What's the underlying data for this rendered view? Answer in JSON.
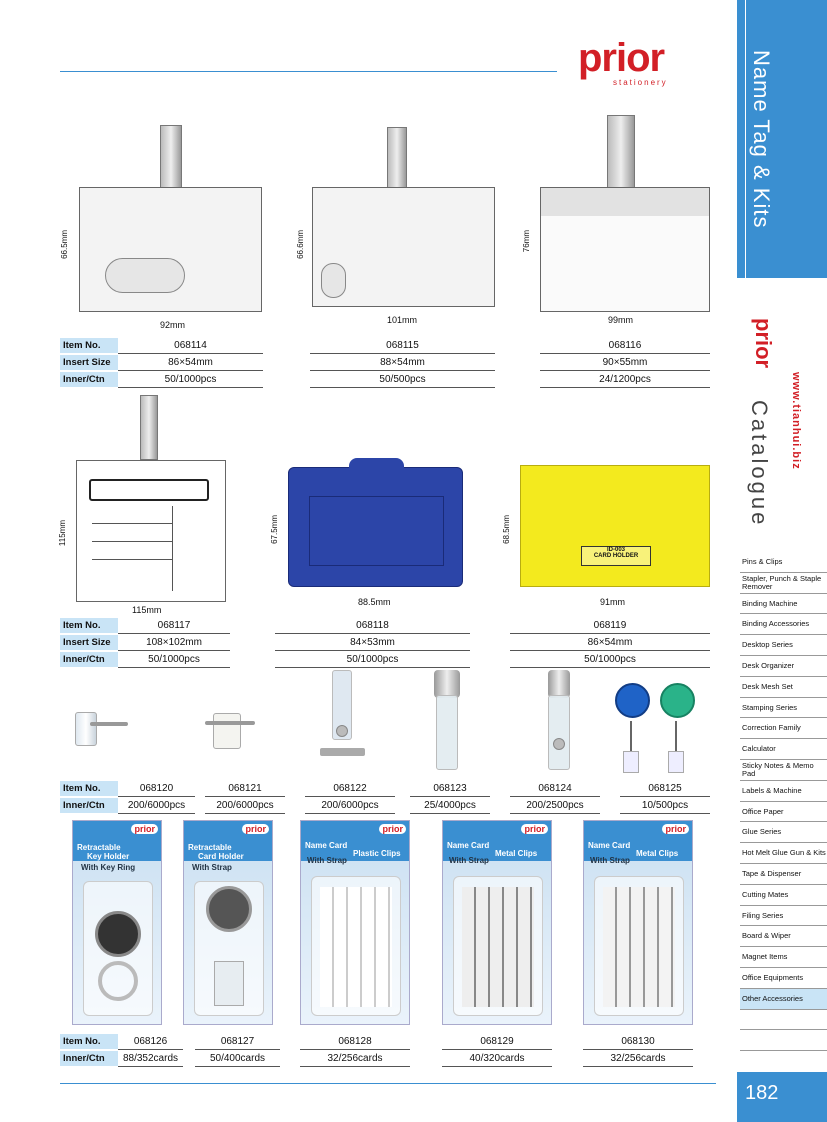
{
  "brand": {
    "name": "prior",
    "sub": "stationery"
  },
  "band": {
    "title": "Name Tag & Kits",
    "logo": "prior",
    "url": "www.tianhui.biz",
    "catalogue": "Catalogue"
  },
  "categories": [
    "Pins & Clips",
    "Stapler, Punch & Staple Remover",
    "Binding Machine",
    "Binding Accessories",
    "Desktop Series",
    "Desk Organizer",
    "Desk Mesh Set",
    "Stamping Series",
    "Correction Family",
    "Calculator",
    "Sticky Notes & Memo Pad",
    "Labels & Machine",
    "Office Paper",
    "Glue Series",
    "Hot Melt Glue Gun & Kits",
    "Tape & Dispenser",
    "Cutting Mates",
    "Filing Series",
    "Board & Wiper",
    "Magnet Items",
    "Office Equipments",
    "Other Accessories"
  ],
  "active_category": "Other Accessories",
  "page_number": "182",
  "labels": {
    "item_no": "Item No.",
    "insert_size": "Insert Size",
    "inner_ctn": "Inner/Ctn"
  },
  "row1": [
    {
      "item": "068114",
      "size": "86×54mm",
      "ctn": "50/1000pcs",
      "width": "92mm",
      "height": "66.5mm"
    },
    {
      "item": "068115",
      "size": "88×54mm",
      "ctn": "50/500pcs",
      "width": "101mm",
      "height": "66.6mm"
    },
    {
      "item": "068116",
      "size": "90×55mm",
      "ctn": "24/1200pcs",
      "width": "99mm",
      "height": "76mm"
    }
  ],
  "row2": [
    {
      "item": "068117",
      "size": "108×102mm",
      "ctn": "50/1000pcs",
      "width": "115mm",
      "height": "115mm"
    },
    {
      "item": "068118",
      "size": "84×53mm",
      "ctn": "50/1000pcs",
      "width": "88.5mm",
      "height": "67.5mm"
    },
    {
      "item": "068119",
      "size": "86×54mm",
      "ctn": "50/1000pcs",
      "width": "91mm",
      "height": "68.5mm",
      "card_text1": "ID-003",
      "card_text2": "CARD HOLDER"
    }
  ],
  "row3": [
    {
      "item": "068120",
      "ctn": "200/6000pcs"
    },
    {
      "item": "068121",
      "ctn": "200/6000pcs"
    },
    {
      "item": "068122",
      "ctn": "200/6000pcs"
    },
    {
      "item": "068123",
      "ctn": "25/4000pcs"
    },
    {
      "item": "068124",
      "ctn": "200/2500pcs"
    },
    {
      "item": "068125",
      "ctn": "10/500pcs"
    }
  ],
  "row4": [
    {
      "item": "068126",
      "ctn": "88/352cards",
      "pkg_line1": "Retractable",
      "pkg_line2": "Key Holder",
      "pkg_line3": "With Key Ring"
    },
    {
      "item": "068127",
      "ctn": "50/400cards",
      "pkg_line1": "Retractable",
      "pkg_line2": "Card Holder",
      "pkg_line3": "With Strap"
    },
    {
      "item": "068128",
      "ctn": "32/256cards",
      "pkg_line1": "Name Card",
      "pkg_line2": "Plastic Clips",
      "pkg_line3": "With Strap"
    },
    {
      "item": "068129",
      "ctn": "40/320cards",
      "pkg_line1": "Name Card",
      "pkg_line2": "Metal Clips",
      "pkg_line3": "With Strap"
    },
    {
      "item": "068130",
      "ctn": "32/256cards",
      "pkg_line1": "Name Card",
      "pkg_line2": "Metal Clips",
      "pkg_line3": "With Strap"
    }
  ]
}
